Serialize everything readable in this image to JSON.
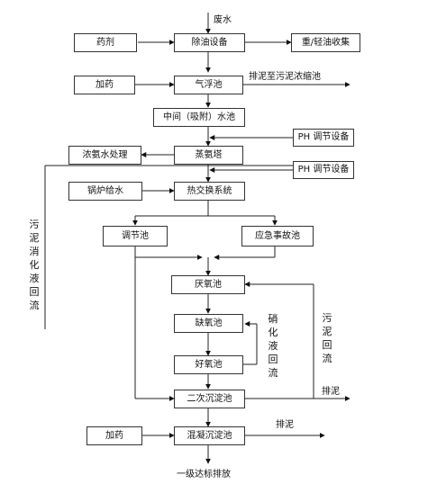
{
  "nodes": {
    "wastewater": "废水",
    "chemical": "药剂",
    "oil_removal": "除油设备",
    "oil_collect": "重/轻油收集",
    "dosing1": "加药",
    "flotation": "气浮池",
    "sludge_to_thickener": "排泥至污泥浓缩池",
    "intermediate": "中间（吸附）水池",
    "ph1": "PH 调节设备",
    "conc_ammonia": "浓氨水处理",
    "stripping": "蒸氨塔",
    "ph2": "PH 调节设备",
    "boiler_water": "锅炉给水",
    "heat_exchange": "热交换系统",
    "equalization": "调节池",
    "emergency": "应急事故池",
    "anaerobic": "厌氧池",
    "anoxic": "缺氧池",
    "aerobic": "好氧池",
    "secondary_clarifier": "二次沉淀池",
    "sludge1": "排泥",
    "dosing2": "加药",
    "coag_settle": "混凝沉淀池",
    "sludge2": "排泥",
    "discharge": "一级达标排放"
  },
  "vertical_labels": {
    "digested_return": "污泥消化液回流",
    "nitrification_return": "硝化液回流",
    "sludge_return": "污泥回流"
  }
}
